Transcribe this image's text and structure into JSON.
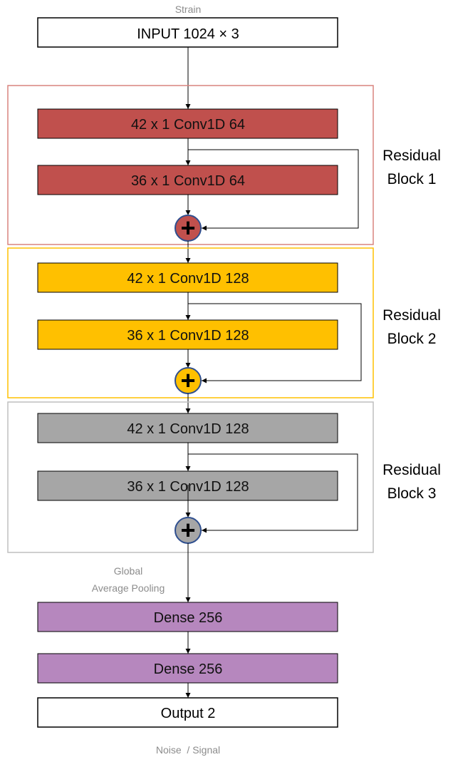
{
  "top_caption": "Strain",
  "input_label": "INPUT 1024 × 3",
  "blocks": [
    {
      "label_line1": "Residual",
      "label_line2": "Block 1",
      "conv1": "42 x 1 Conv1D 64",
      "conv2": "36 x 1 Conv1D 64",
      "fill": "#c0504d",
      "border": "#d9847f",
      "text_color": "#111111"
    },
    {
      "label_line1": "Residual",
      "label_line2": "Block 2",
      "conv1": "42 x 1 Conv1D 128",
      "conv2": "36 x 1 Conv1D 128",
      "fill": "#ffc000",
      "border": "#ffc000",
      "text_color": "#111111"
    },
    {
      "label_line1": "Residual",
      "label_line2": "Block 3",
      "conv1": "42 x 1 Conv1D 128",
      "conv2": "36 x 1 Conv1D 128",
      "fill": "#a6a6a6",
      "border": "#bfbfbf",
      "text_color": "#111111"
    }
  ],
  "add_symbol": "+",
  "pooling_line1": "Global",
  "pooling_line2": "Average Pooling",
  "dense1": "Dense 256",
  "dense2": "Dense 256",
  "dense_fill": "#b687be",
  "output_label": "Output 2",
  "bottom_caption": "Noise  / Signal",
  "colors": {
    "line": "#000000",
    "caption": "#8c8c8c",
    "add_circle_border": "#2f4f8f"
  }
}
